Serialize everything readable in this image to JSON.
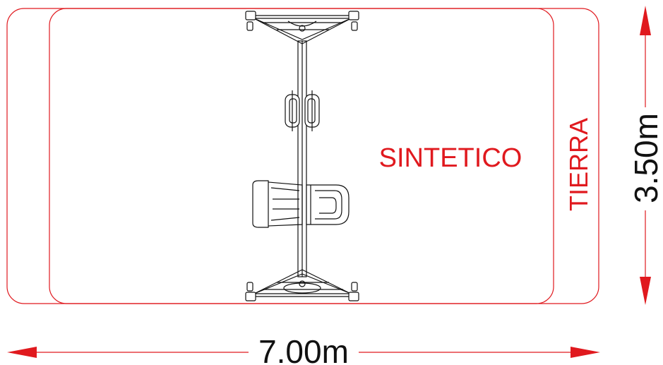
{
  "labels": {
    "surface_inner": "SINTETICO",
    "surface_outer": "TIERRA",
    "width_dimension": "7.00m",
    "height_dimension": "3.50m"
  },
  "colors": {
    "accent_red": "#e0191e",
    "line_black": "#111111",
    "background": "#ffffff"
  }
}
